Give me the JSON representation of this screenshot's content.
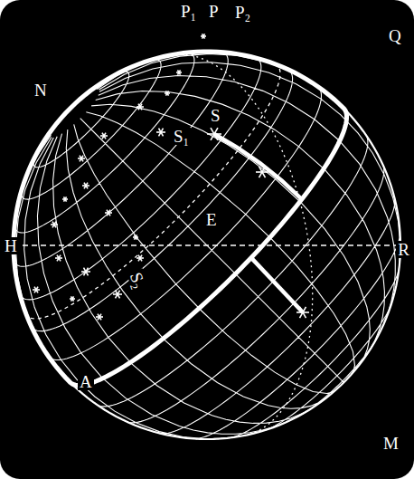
{
  "diagram": {
    "labels": [
      "P₁",
      "P",
      "P₂",
      "N",
      "S",
      "Q",
      "S₁",
      "H",
      "E",
      "R",
      "S₂",
      "A",
      "M"
    ]
  }
}
